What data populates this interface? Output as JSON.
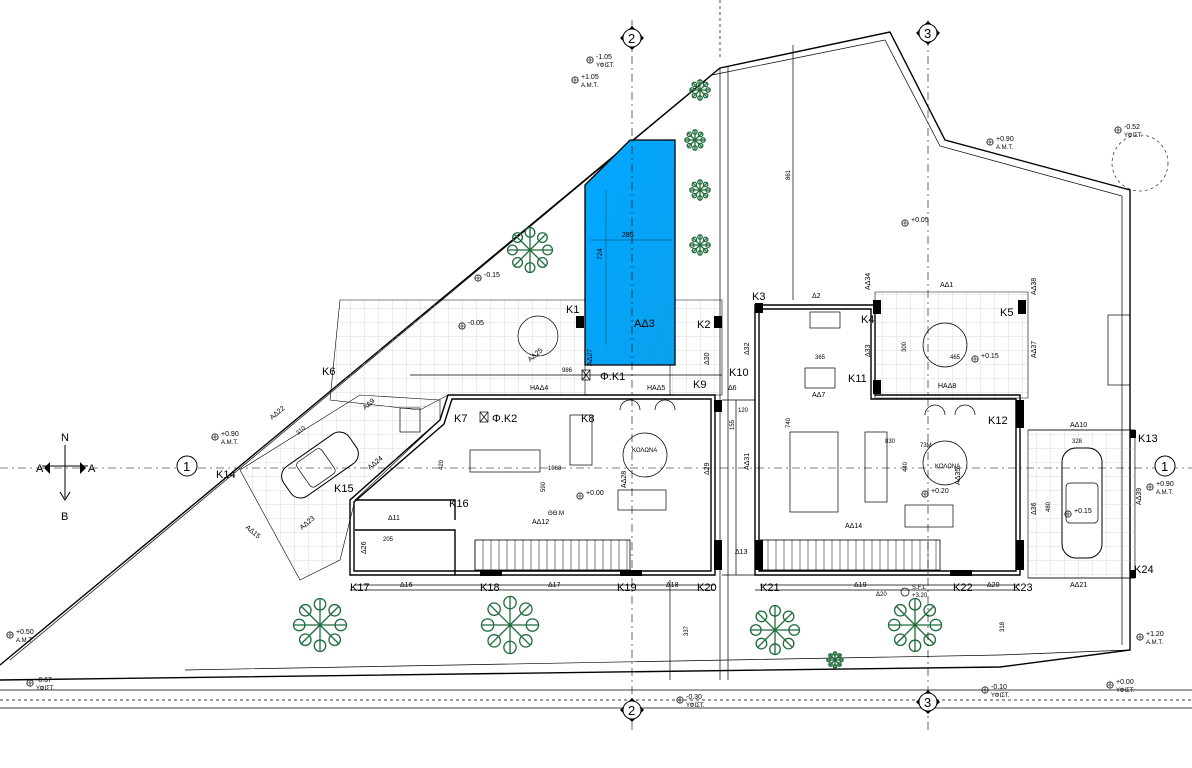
{
  "axes": {
    "a1": "1",
    "a2": "2",
    "a3": "3"
  },
  "north": {
    "n": "N",
    "a": "A",
    "b": "B"
  },
  "pool": {
    "width": "285",
    "length": "724",
    "label": "ΑΔ3"
  },
  "columns": [
    "K1",
    "K2",
    "K3",
    "K4",
    "K5",
    "K6",
    "K7",
    "K8",
    "K9",
    "K10",
    "K11",
    "K12",
    "K13",
    "K14",
    "K15",
    "K16",
    "K17",
    "K18",
    "K19",
    "K20",
    "K21",
    "K22",
    "K23",
    "K24"
  ],
  "openings": {
    "d1": "ΑΔ1",
    "d2": "Δ2",
    "d4": "ΗΑΔ4",
    "d5": "ΗΑΔ5",
    "d6": "Δ6",
    "d7": "ΑΔ7",
    "d8": "ΗΑΔ8",
    "d9": "ΑΔ9",
    "d10": "ΑΔ10",
    "d11": "Δ11",
    "d12": "ΑΔ12",
    "d13": "Δ13",
    "d14": "ΑΔ14",
    "d15": "ΑΔ15",
    "d16": "Δ16",
    "d17": "Δ17",
    "d18": "Δ18",
    "d19": "Δ19",
    "d20": "Δ20",
    "d20b": "Δ20",
    "d21": "ΑΔ21",
    "d22": "ΑΔ22",
    "d23": "ΑΔ23",
    "d24": "ΑΔ24",
    "d25": "ΑΔ25",
    "d26": "Δ26",
    "d27": "ΑΔ27",
    "d28": "ΑΔ28",
    "d29": "Δ29",
    "d30": "Δ30",
    "d31": "ΑΔ31",
    "d32": "Δ32",
    "d33": "Δ33",
    "d34": "ΑΔ34",
    "d35": "ΑΔ35",
    "d36": "Δ36",
    "d37": "ΑΔ37",
    "d38": "ΑΔ38",
    "d39": "ΑΔ39"
  },
  "chimneys": {
    "fk1": "Φ.Κ1",
    "fk2": "Φ.Κ2"
  },
  "levels": {
    "l1": "-1.05",
    "l1s": "ΥΦΙΣΤ.",
    "l2": "+1.05",
    "l2s": "Α.Μ.Τ.",
    "l3": "+0.90",
    "l3s": "Α.Μ.Τ.",
    "l4": "-0.52",
    "l4s": "ΥΦΙΣΤ.",
    "l5": "+0.05",
    "l6": "-0.15",
    "l7": "-0.05",
    "l8": "+0.15",
    "l9": "+0.90",
    "l9s": "Α.Μ.Τ.",
    "l10": "+0.00",
    "l11": "+0.20",
    "l12": "+0.15",
    "l13": "+0.90",
    "l13s": "Α.Μ.Τ.",
    "l14": "+0.50",
    "l14s": "Α.Μ.Τ.",
    "l15": "-0.67",
    "l15s": "ΥΦΙΣΤ.",
    "l16": "-0.30",
    "l16s": "ΥΦΙΣΤ.",
    "l17": "-0.10",
    "l17s": "ΥΦΙΣΤ.",
    "l18": "+0.00",
    "l18s": "ΥΦΙΣΤ.",
    "l19": "+1.20",
    "l19s": "Α.Μ.Τ.",
    "sfl": "S.F.L",
    "sfl_val": "+3.20"
  },
  "dims": {
    "v861": "861",
    "v986": "986",
    "v365": "365",
    "v300": "300",
    "v465": "465",
    "v740": "740",
    "v830": "830",
    "v1068": "1068",
    "v328": "328",
    "v480": "480",
    "v205": "205",
    "v337": "337",
    "v318": "318",
    "v120": "120",
    "v155": "155",
    "v420": "420",
    "v440": "440",
    "v590": "590",
    "v310": "310"
  },
  "room_notes": {
    "sofa1": "ΚΟΛΩΝΑ",
    "sofa2": "ΚΟΛΩΝΑ",
    "tv": "73Μ",
    "fr": "ΘΘ.Μ"
  }
}
